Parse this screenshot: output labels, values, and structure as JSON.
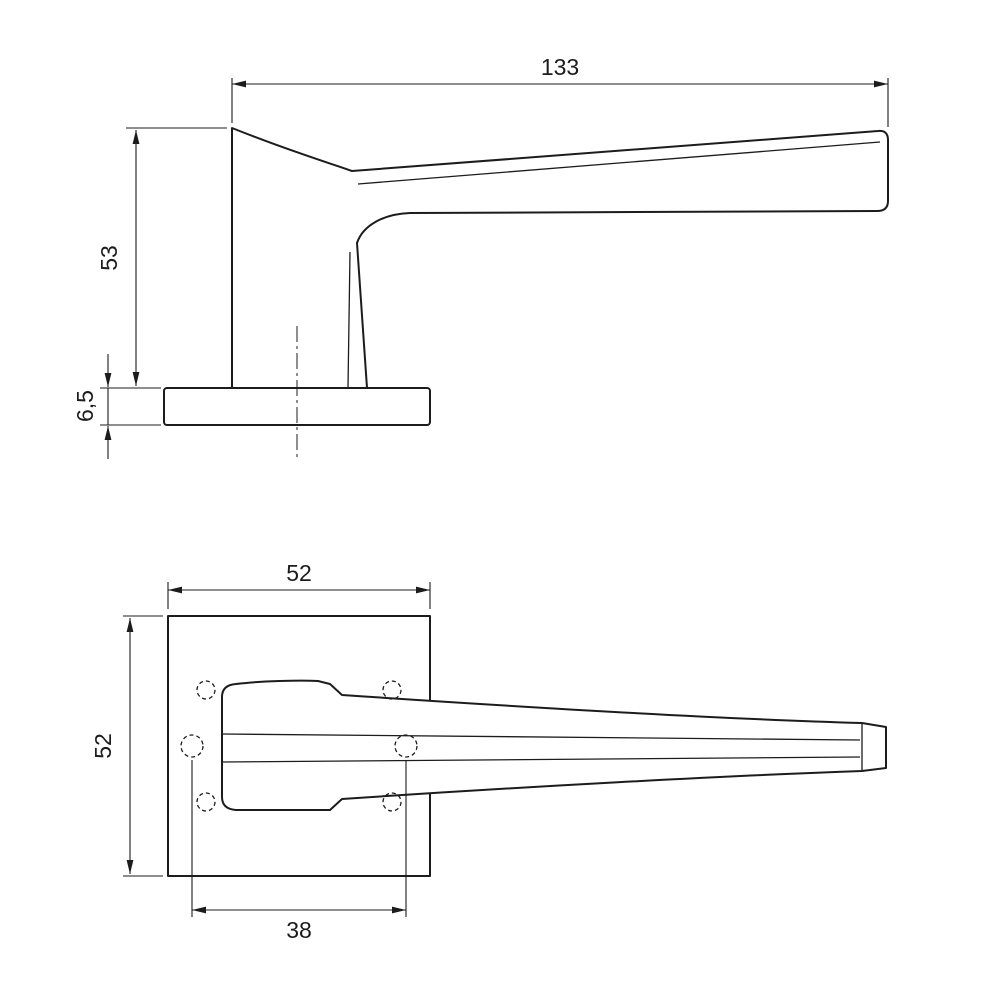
{
  "colors": {
    "background": "#ffffff",
    "ink": "#1c1c1c"
  },
  "side_view": {
    "length_label": "133",
    "height_label": "53",
    "rosette_thickness_label": "6,5"
  },
  "front_view": {
    "width_label": "52",
    "height_label": "52",
    "screw_spacing_label": "38"
  }
}
